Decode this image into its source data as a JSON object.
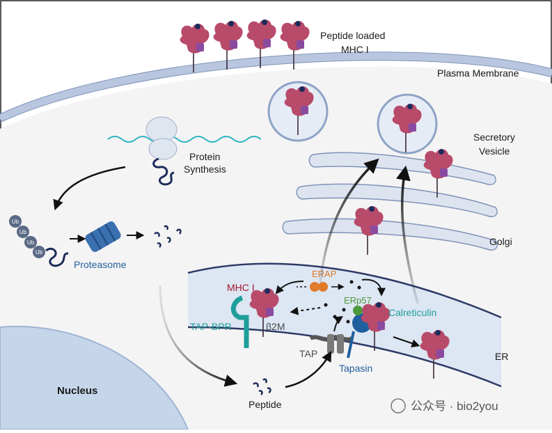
{
  "labels": {
    "peptide_loaded_line1": "Peptide loaded",
    "peptide_loaded_line2": "MHC I",
    "plasma_membrane": "Plasma Membrane",
    "protein_line1": "Protein",
    "protein_line2": "Synthesis",
    "secretory_line1": "Secretory",
    "secretory_line2": "Vesicle",
    "ub": "Ub",
    "proteasome": "Proteasome",
    "golgi": "Golgi",
    "erap": "ERAP",
    "mhc1": "MHC I",
    "erp57": "ERp57",
    "calreticulin": "Calreticulin",
    "tap_bpr": "TAP-BPR",
    "b2m": "β2M",
    "tap": "TAP",
    "tapasin": "Tapasin",
    "er": "ER",
    "nucleus": "Nucleus",
    "peptide": "Peptide",
    "watermark": "公众号 · bio2you"
  },
  "colors": {
    "cell_fill": "#f5f4f4",
    "membrane": "#b9c6df",
    "er_fill": "#dde6f3",
    "nucleus": "#c6d6ea",
    "mhc_red": "#b84a6a",
    "peptide_purple": "#8a4aa0",
    "proteasome_blue": "#3a6fb0",
    "ribosome": "#dfe6ef",
    "erap_orange": "#e07b2a",
    "tapbpr_teal": "#1f9e9a"
  }
}
